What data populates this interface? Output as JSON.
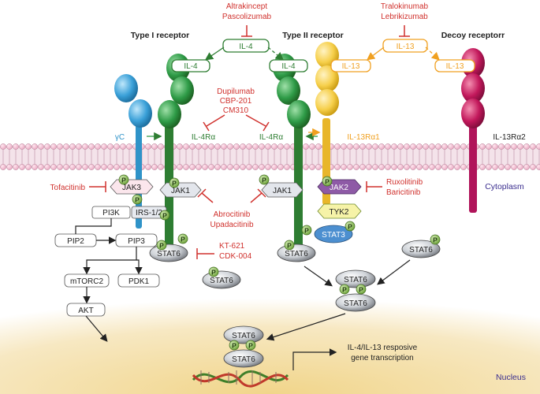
{
  "headers": {
    "type1": "Type I receptor",
    "type2": "Type II receptor",
    "decoy": "Decoy receptorr"
  },
  "drugs": {
    "il4_line1": "Altrakincept",
    "il4_line2": "Pascolizumab",
    "il13_line1": "Tralokinumab",
    "il13_line2": "Lebrikizumab",
    "il4ra_line1": "Dupilumab",
    "il4ra_line2": "CBP-201",
    "il4ra_line3": "CM310",
    "jak3": "Tofacitinib",
    "jak1_line1": "Abrocitinib",
    "jak1_line2": "Upadacitinib",
    "stat6_line1": "KT-621",
    "stat6_line2": "CDK-004",
    "jak2_line1": "Ruxolitinib",
    "jak2_line2": "Baricitinib"
  },
  "cytokines": {
    "il4": "IL-4",
    "il13": "IL-13"
  },
  "receptors": {
    "gc": "γC",
    "il4ra": "IL-4Rα",
    "il13ra1": "IL-13Rα1",
    "il13ra2": "IL-13Rα2"
  },
  "proteins": {
    "jak3": "JAK3",
    "jak1": "JAK1",
    "jak2": "JAK2",
    "tyk2": "TYK2",
    "stat3": "STAT3",
    "stat6": "STAT6",
    "irs": "IRS-1/2",
    "pi3k": "PI3K",
    "pip2": "PIP2",
    "pip3": "PIP3",
    "mtorc2": "mTORC2",
    "pdk1": "PDK1",
    "akt": "AKT"
  },
  "phospho": "P",
  "compartments": {
    "cytoplasm": "Cytoplasm",
    "nucleus": "Nucleus"
  },
  "transcription_line1": "IL-4/IL-13 resposive",
  "transcription_line2": "gene transcription",
  "colors": {
    "inhibitor_red": "#d0312d",
    "il4_green": "#2e7d32",
    "il13_orange": "#f0a020",
    "gc_blue": "#2f93c8",
    "decoy_magenta": "#c2185b",
    "nucleus_tan": "#f3dfa9",
    "cytoplasm_purple": "#3b2e8f"
  }
}
